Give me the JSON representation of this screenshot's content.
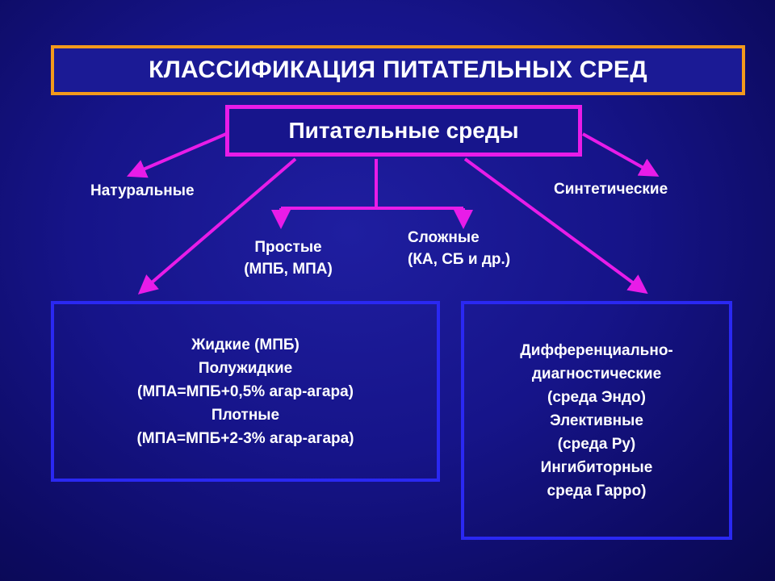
{
  "title": "КЛАССИФИКАЦИЯ ПИТАТЕЛЬНЫХ СРЕД",
  "root": "Питательные среды",
  "branches": {
    "natural": "Натуральные",
    "synthetic": "Синтетические",
    "simple": [
      "Простые",
      "(МПБ, МПА)"
    ],
    "complex": [
      "Сложные",
      "(КА, СБ и др.)"
    ]
  },
  "left_box": [
    "Жидкие (МПБ)",
    "Полужидкие",
    "(МПА=МПБ+0,5% агар-агара)",
    "Плотные",
    "(МПА=МПБ+2-3% агар-агара)"
  ],
  "right_box": [
    "Дифференциально-",
    "диагностические",
    "(среда Эндо)",
    "Элективные",
    "(среда Ру)",
    "Ингибиторные",
    "среда Гарро)"
  ],
  "colors": {
    "title_border": "#f39a1c",
    "connector": "#e81ce8",
    "box_border": "#2a28f2",
    "background": "#161489"
  }
}
